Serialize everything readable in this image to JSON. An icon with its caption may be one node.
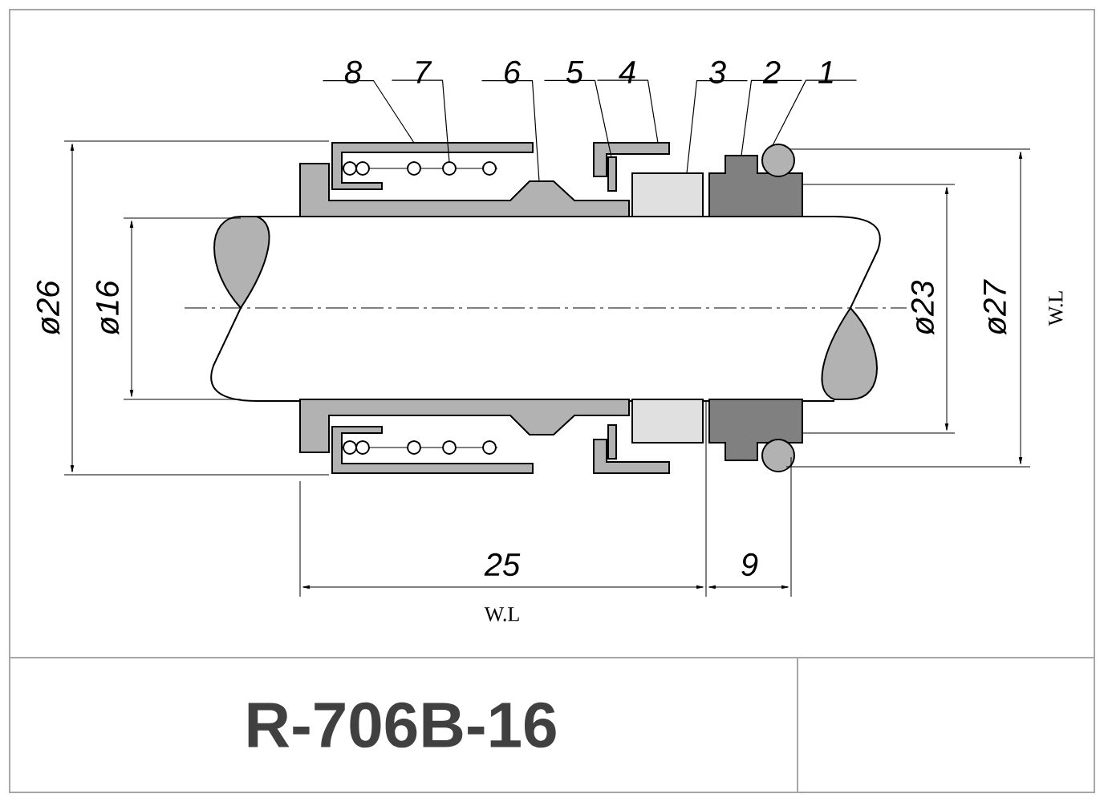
{
  "diagram": {
    "title": "R-706B-16",
    "nodes": [
      {
        "text": [
          "8"
        ]
      },
      {
        "text": [
          "7"
        ]
      },
      {
        "text": [
          "6"
        ]
      },
      {
        "text": [
          "5"
        ]
      },
      {
        "text": [
          "4"
        ]
      },
      {
        "text": [
          "3"
        ]
      },
      {
        "text": [
          "2"
        ]
      },
      {
        "text": [
          "1"
        ]
      },
      {
        "text": [],
        "shape": "box"
      },
      {
        "text": [],
        "shape": "picture"
      },
      {
        "text": [],
        "shape": "box"
      },
      {
        "text": [],
        "shape": "box"
      },
      {
        "text": [],
        "shape": "box"
      },
      {
        "text": [],
        "shape": "box"
      },
      {
        "text": [],
        "shape": "box"
      },
      {
        "text": [],
        "shape": "circle"
      }
    ],
    "edges": [
      {
        "from": 0,
        "to": 8,
        "arrow": "none"
      },
      {
        "from": 1,
        "to": 9,
        "arrow": "none"
      },
      {
        "from": 2,
        "to": 10,
        "arrow": "none"
      },
      {
        "from": 3,
        "to": 11,
        "arrow": "none"
      },
      {
        "from": 4,
        "to": 12,
        "arrow": "none"
      },
      {
        "from": 5,
        "to": 13,
        "arrow": "none"
      },
      {
        "from": 6,
        "to": 14,
        "arrow": "none"
      },
      {
        "from": 7,
        "to": 15,
        "arrow": "none"
      }
    ],
    "labels": [
      "ø26",
      "ø16",
      "ø23",
      "ø27",
      "W.L",
      "25",
      "9",
      "W.L"
    ]
  }
}
